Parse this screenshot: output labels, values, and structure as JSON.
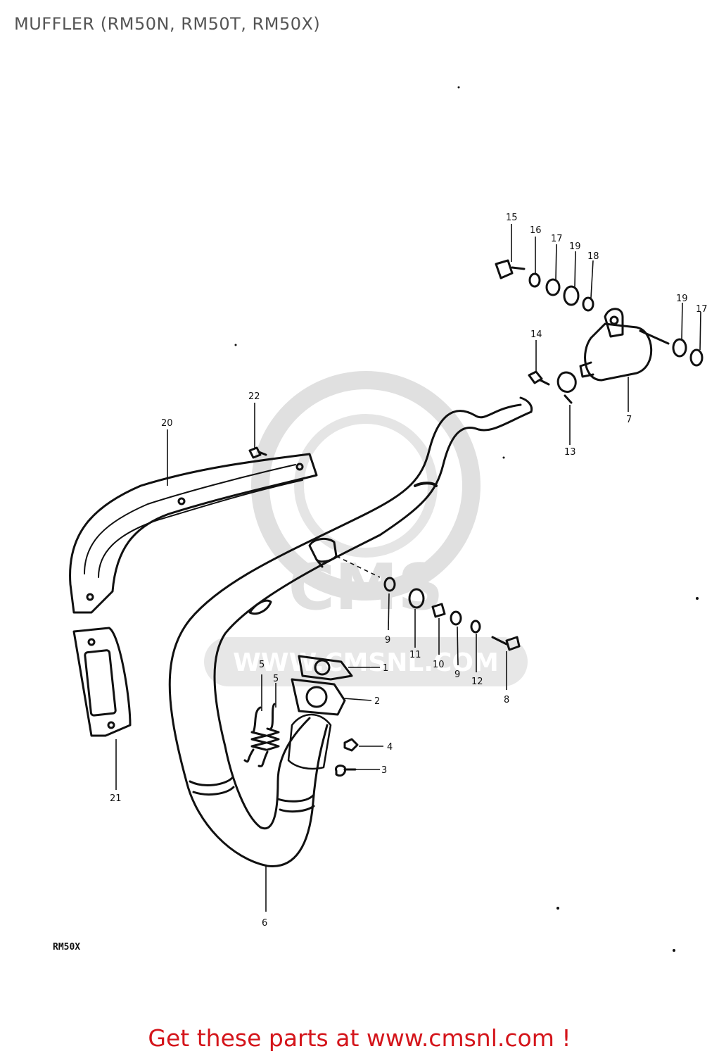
{
  "title": "MUFFLER (RM50N, RM50T, RM50X)",
  "model_label": "RM50X",
  "footer": "Get these parts at www.cmsnl.com !",
  "watermark": "WWW.CMSNL.COM",
  "colors": {
    "title": "#555555",
    "footer": "#d4151b",
    "ink": "#111111",
    "watermark": "#d8d8d8"
  },
  "callouts": [
    "1",
    "2",
    "3",
    "4",
    "5",
    "5",
    "6",
    "7",
    "8",
    "9",
    "9",
    "10",
    "11",
    "12",
    "13",
    "14",
    "15",
    "16",
    "17",
    "17",
    "18",
    "19",
    "19",
    "20",
    "21",
    "22"
  ]
}
